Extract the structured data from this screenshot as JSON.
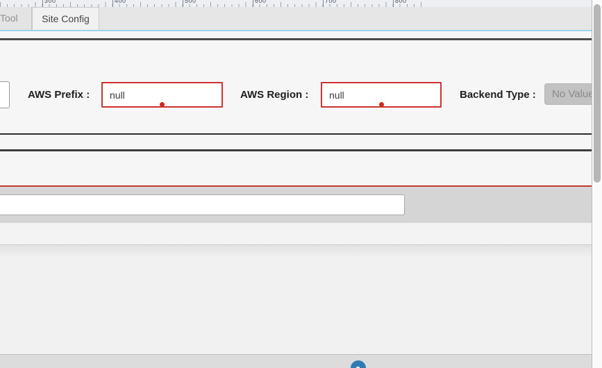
{
  "ruler": {
    "labels": [
      "300",
      "400",
      "500",
      "600",
      "700",
      "800"
    ]
  },
  "tabs": [
    {
      "label": "y Tool",
      "active": false
    },
    {
      "label": "Site Config",
      "active": true
    }
  ],
  "form": {
    "fields": [
      {
        "label": "AWS Prefix :",
        "value": "null",
        "state": "error"
      },
      {
        "label": "AWS Region :",
        "value": "null",
        "state": "error"
      },
      {
        "label": "Backend Type :",
        "value": "No Value",
        "state": "disabled"
      }
    ]
  },
  "bottom_input": {
    "value": "",
    "placeholder": ""
  },
  "icons": {
    "info_circle": "info-icon"
  },
  "colors": {
    "error_border": "#cc3430",
    "error_dot": "#d3281e",
    "accent_blue_rule": "#9fd0ec",
    "red_rule": "#c23a30",
    "info_circle_bg": "#2f7cb4",
    "disabled_bg": "#c2c2c2",
    "disabled_text": "#8a8a8a"
  }
}
